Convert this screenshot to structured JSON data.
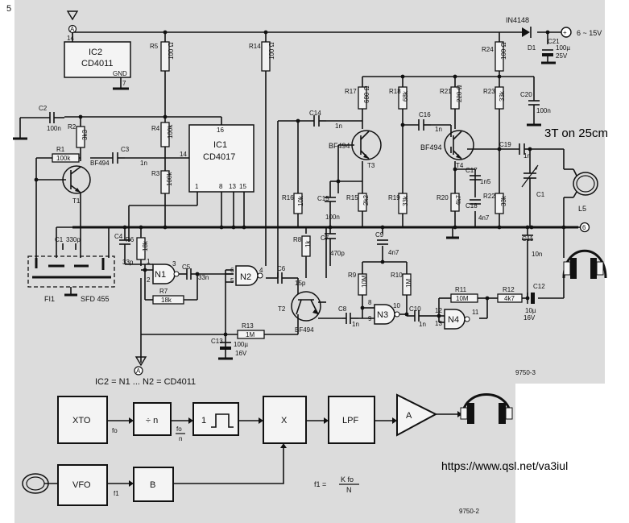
{
  "schematic": {
    "page_marker": "5",
    "annotation": "3T on 25cm",
    "footer_equation": "IC2 = N1 ... N2 = CD4011",
    "figure_number": "9750-3",
    "supply": {
      "voltage": "6 ~ 15V",
      "diode_type": "IN4148",
      "diode_ref": "D1",
      "cap_ref": "C21",
      "cap_value": "100µ",
      "cap_voltage": "25V"
    },
    "ics": [
      {
        "ref": "IC2",
        "part": "CD4011",
        "pin_vdd": "14",
        "pin_gnd": "7",
        "gnd_label": "GND"
      },
      {
        "ref": "IC1",
        "part": "CD4017",
        "pins": [
          "16",
          "14",
          "1",
          "8",
          "13",
          "15"
        ]
      }
    ],
    "gates": [
      {
        "ref": "N1",
        "pins": [
          "1",
          "2",
          "3"
        ]
      },
      {
        "ref": "N2",
        "pins": [
          "6",
          "5",
          "4"
        ]
      },
      {
        "ref": "N3",
        "pins": [
          "8",
          "9",
          "10"
        ]
      },
      {
        "ref": "N4",
        "pins": [
          "12",
          "13",
          "11"
        ]
      }
    ],
    "transistors": [
      {
        "ref": "T1",
        "type": "BF494"
      },
      {
        "ref": "T2",
        "type": "BF494"
      },
      {
        "ref": "T3",
        "type": "BF494"
      },
      {
        "ref": "T4",
        "type": "BF494"
      }
    ],
    "resistors": [
      {
        "ref": "R1",
        "value": "100k"
      },
      {
        "ref": "R2",
        "value": "3k3"
      },
      {
        "ref": "R3",
        "value": "100k"
      },
      {
        "ref": "R4",
        "value": "100k"
      },
      {
        "ref": "R5",
        "value": "100 Ω"
      },
      {
        "ref": "R6",
        "value": "18k"
      },
      {
        "ref": "R7",
        "value": "18k"
      },
      {
        "ref": "R8",
        "value": "1k"
      },
      {
        "ref": "R9",
        "value": "10M"
      },
      {
        "ref": "R10",
        "value": "1M"
      },
      {
        "ref": "R11",
        "value": "10M"
      },
      {
        "ref": "R12",
        "value": "4k7"
      },
      {
        "ref": "R13",
        "value": "1M"
      },
      {
        "ref": "R14",
        "value": "100 Ω"
      },
      {
        "ref": "R15",
        "value": "2k2"
      },
      {
        "ref": "R16",
        "value": "10k"
      },
      {
        "ref": "R17",
        "value": "680 Ω"
      },
      {
        "ref": "R18",
        "value": "68k"
      },
      {
        "ref": "R19",
        "value": "33k"
      },
      {
        "ref": "R20",
        "value": "4k7"
      },
      {
        "ref": "R21",
        "value": "220 Ω"
      },
      {
        "ref": "R22",
        "value": "33k"
      },
      {
        "ref": "R23",
        "value": "33k"
      },
      {
        "ref": "R24",
        "value": "100 Ω"
      }
    ],
    "capacitors": [
      {
        "ref": "C1",
        "value": "330p"
      },
      {
        "ref": "C2",
        "value": "100n"
      },
      {
        "ref": "C3",
        "value": "1n"
      },
      {
        "ref": "C4",
        "value": "33p"
      },
      {
        "ref": "C5",
        "value": "33n"
      },
      {
        "ref": "C6",
        "value": "15p"
      },
      {
        "ref": "C7",
        "value": "470p"
      },
      {
        "ref": "C8",
        "value": "1n"
      },
      {
        "ref": "C9",
        "value": "4n7"
      },
      {
        "ref": "C10",
        "value": "1n"
      },
      {
        "ref": "C11",
        "value": "10n"
      },
      {
        "ref": "C12",
        "value": "10µ",
        "voltage": "16V"
      },
      {
        "ref": "C13",
        "value": "100µ",
        "voltage": "16V"
      },
      {
        "ref": "C14",
        "value": "1n"
      },
      {
        "ref": "C15",
        "value": "100n"
      },
      {
        "ref": "C16",
        "value": "1n"
      },
      {
        "ref": "C17",
        "value": "1n5"
      },
      {
        "ref": "C18",
        "value": "4n7"
      },
      {
        "ref": "C19",
        "value": "1n"
      },
      {
        "ref": "C20",
        "value": "100n"
      },
      {
        "ref": "C21",
        "value": "100µ"
      }
    ],
    "variable_capacitor": "C1",
    "coil": "L5",
    "filter": {
      "ref": "FI1",
      "part": "SFD 455"
    },
    "nodes": [
      "A",
      "6"
    ]
  },
  "block_diagram": {
    "figure_number": "9750-2",
    "blocks": [
      {
        "id": "xto",
        "label": "XTO"
      },
      {
        "id": "div",
        "label": "÷ n"
      },
      {
        "id": "mono",
        "label": "1"
      },
      {
        "id": "mix",
        "label": "X"
      },
      {
        "id": "lpf",
        "label": "LPF"
      },
      {
        "id": "amp",
        "label": "A"
      },
      {
        "id": "vfo",
        "label": "VFO"
      },
      {
        "id": "buf",
        "label": "B"
      }
    ],
    "signals": {
      "f0": "fo",
      "f0_div_num": "fo",
      "f0_div_den": "n",
      "f1": "f1"
    },
    "formula": {
      "lhs": "f1 =",
      "num": "K fo",
      "den": "N"
    },
    "url": "https://www.qsl.net/va3iul"
  }
}
